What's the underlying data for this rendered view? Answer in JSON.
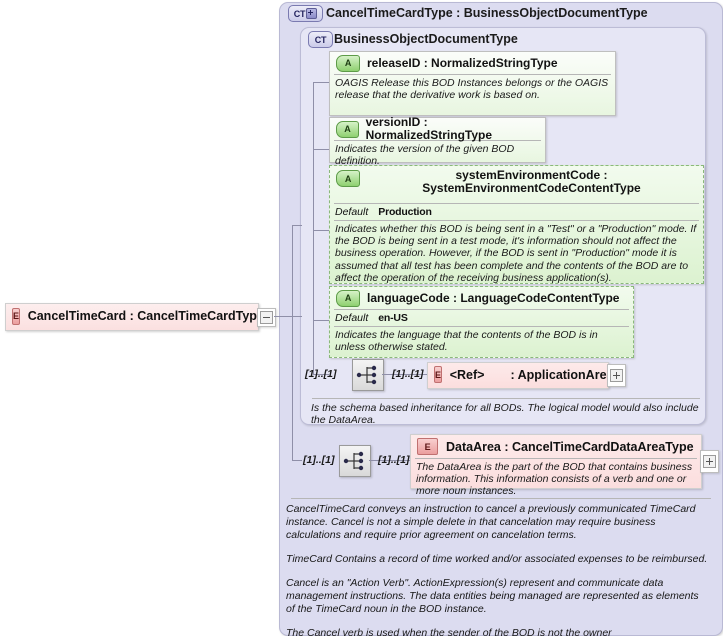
{
  "diagram": {
    "root_element": {
      "icon": "element-icon",
      "name": "CancelTimeCard : CancelTimeCardType"
    },
    "complex_type_outer": {
      "icon": "complextype-expanded-icon",
      "badge_text": "CT",
      "title": "CancelTimeCardType : BusinessObjectDocumentType"
    },
    "complex_type_inner": {
      "icon": "complextype-icon",
      "badge_text": "CT",
      "title": "BusinessObjectDocumentType",
      "documentation": "Is the schema based inheritance for all BODs. The logical model would also include the DataArea."
    },
    "attributes": [
      {
        "badge_text": "A",
        "name": "releaseID : NormalizedStringType",
        "default_label": null,
        "default_value": null,
        "documentation": "OAGIS Release this BOD Instances belongs or the OAGIS release that the derivative work is based on."
      },
      {
        "badge_text": "A",
        "name": "versionID : NormalizedStringType",
        "default_label": null,
        "default_value": null,
        "documentation": "Indicates the version of the given BOD definition."
      },
      {
        "badge_text": "A",
        "name": "systemEnvironmentCode : SystemEnvironmentCodeContentType",
        "default_label": "Default",
        "default_value": "Production",
        "documentation": "Indicates whether this BOD is being sent in a \"Test\" or a \"Production\" mode. If the BOD is being sent in a test mode, it's information should not affect the business operation. However, if the BOD is sent in \"Production\" mode it is assumed that all test has been complete and the contents of the BOD are to affect the operation of the receiving business application(s)."
      },
      {
        "badge_text": "A",
        "name": "languageCode : LanguageCodeContentType",
        "default_label": "Default",
        "default_value": "en-US",
        "documentation": "Indicates the language that the contents of the BOD is in unless otherwise stated."
      }
    ],
    "application_area": {
      "badge_text": "E",
      "ref_label": "<Ref>",
      "name": ": ApplicationArea",
      "cardinality_left": "[1]..[1]",
      "cardinality_right": "[1]..[1]",
      "compositor": "sequence-icon",
      "expander": "plus"
    },
    "data_area": {
      "badge_text": "E",
      "name": "DataArea : CancelTimeCardDataAreaType",
      "documentation": "The DataArea is the part of the BOD that contains business information. This information consists of a verb and one or more noun instances.",
      "cardinality_left": "[1]..[1]",
      "cardinality_right": "[1]..[1]",
      "compositor": "sequence-icon",
      "expander": "plus"
    },
    "bottom_documentation": [
      "CancelTimeCard conveys an instruction to cancel a previously communicated TimeCard instance. Cancel is not a simple delete in that cancelation may require business calculations and require prior agreement on cancelation terms.",
      "TimeCard  Contains a record of time worked and/or associated expenses to be reimbursed.",
      "Cancel is an \"Action Verb\". ActionExpression(s) represent and communicate data management instructions. The data entities being managed are represented as elements of the TimeCard noun in the BOD instance.",
      "The Cancel verb is used when the sender of the BOD is not the owner of the data, but is sending a request for the document to be canceled."
    ]
  },
  "colors": {
    "complex_outer_bg": "#dcdcf0",
    "complex_inner_bg": "#e6e6f5",
    "attribute_bg": "#dcf2d0",
    "element_bg": "#fbdede",
    "connector": "#8f8fa8"
  }
}
